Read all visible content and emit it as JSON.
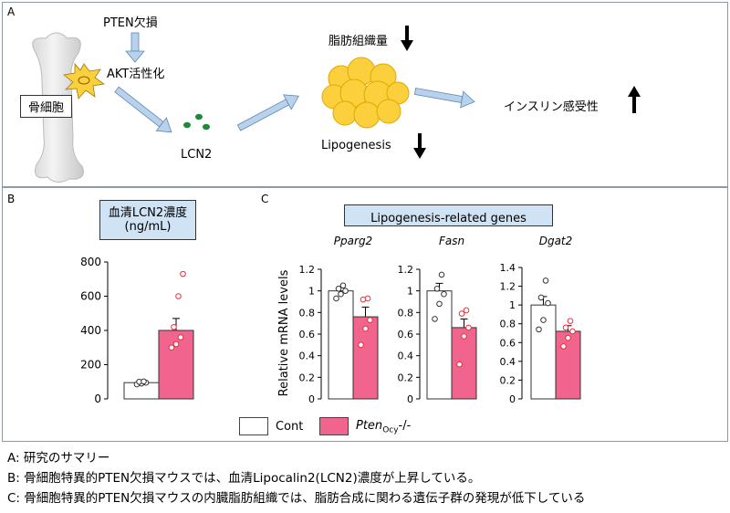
{
  "panel_a": {
    "label": "A",
    "bone_cell": "骨細胞",
    "pten_loss": "PTEN欠損",
    "akt": "AKT活性化",
    "lcn2": "LCN2",
    "fat_mass": "脂肪組織量",
    "lipogenesis": "Lipogenesis",
    "insulin": "インスリン感受性"
  },
  "panel_b": {
    "label": "B",
    "title_line1": "血清LCN2濃度",
    "title_line2": "(ng/mL)"
  },
  "panel_c": {
    "label": "C",
    "title": "Lipogenesis-related genes",
    "ylabel": "Relative mRNA levels"
  },
  "legend": {
    "cont": "Cont",
    "pten_main": "Pten",
    "pten_sub": "Ocy",
    "pten_tail": "-/-"
  },
  "captions": [
    "A: 研究のサマリー",
    "B: 骨細胞特異的PTEN欠損マウスでは、血清Lipocalin2(LCN2)濃度が上昇している。",
    "C: 骨細胞特異的PTEN欠損マウスの内臓脂肪組織では、脂肪合成に関わる遺伝子群の発現が低下している"
  ],
  "colors": {
    "pink": "#f0648e",
    "arrow_blue": "#b8d2ec",
    "fat": "#fbd03c",
    "green": "#1c8a3a"
  },
  "chart_data": [
    {
      "type": "bar",
      "categories": [
        "Cont",
        "PtenOcy-/-"
      ],
      "values": [
        95,
        400
      ],
      "errors": [
        10,
        70
      ],
      "points": [
        [
          85,
          90,
          95,
          100,
          102
        ],
        [
          300,
          320,
          360,
          420,
          600,
          730
        ]
      ],
      "yticks": [
        0,
        200,
        400,
        600,
        800
      ],
      "ylim": [
        0,
        800
      ]
    },
    {
      "type": "bar",
      "title": "Pparg2",
      "categories": [
        "Cont",
        "PtenOcy-/-"
      ],
      "values": [
        1.0,
        0.76
      ],
      "errors": [
        0.04,
        0.09
      ],
      "points": [
        [
          0.93,
          0.97,
          1.0,
          1.02,
          1.05
        ],
        [
          0.5,
          0.65,
          0.73,
          0.92,
          0.93
        ]
      ],
      "yticks": [
        0,
        0.2,
        0.4,
        0.6,
        0.8,
        1,
        1.2
      ],
      "ylim": [
        0,
        1.2
      ]
    },
    {
      "type": "bar",
      "title": "Fasn",
      "categories": [
        "Cont",
        "PtenOcy-/-"
      ],
      "values": [
        1.0,
        0.66
      ],
      "errors": [
        0.07,
        0.08
      ],
      "points": [
        [
          0.74,
          0.88,
          0.97,
          1.02,
          1.15
        ],
        [
          0.32,
          0.58,
          0.66,
          0.79,
          0.82
        ]
      ],
      "yticks": [
        0,
        0.2,
        0.4,
        0.6,
        0.8,
        1,
        1.2
      ],
      "ylim": [
        0,
        1.2
      ]
    },
    {
      "type": "bar",
      "title": "Dgat2",
      "categories": [
        "Cont",
        "PtenOcy-/-"
      ],
      "values": [
        1.0,
        0.72
      ],
      "errors": [
        0.09,
        0.06
      ],
      "points": [
        [
          0.74,
          0.84,
          1.02,
          1.08,
          1.26
        ],
        [
          0.56,
          0.65,
          0.72,
          0.76,
          0.83
        ]
      ],
      "yticks": [
        0,
        0.2,
        0.4,
        0.6,
        0.8,
        1,
        1.2,
        1.4
      ],
      "ylim": [
        0,
        1.4
      ]
    }
  ]
}
